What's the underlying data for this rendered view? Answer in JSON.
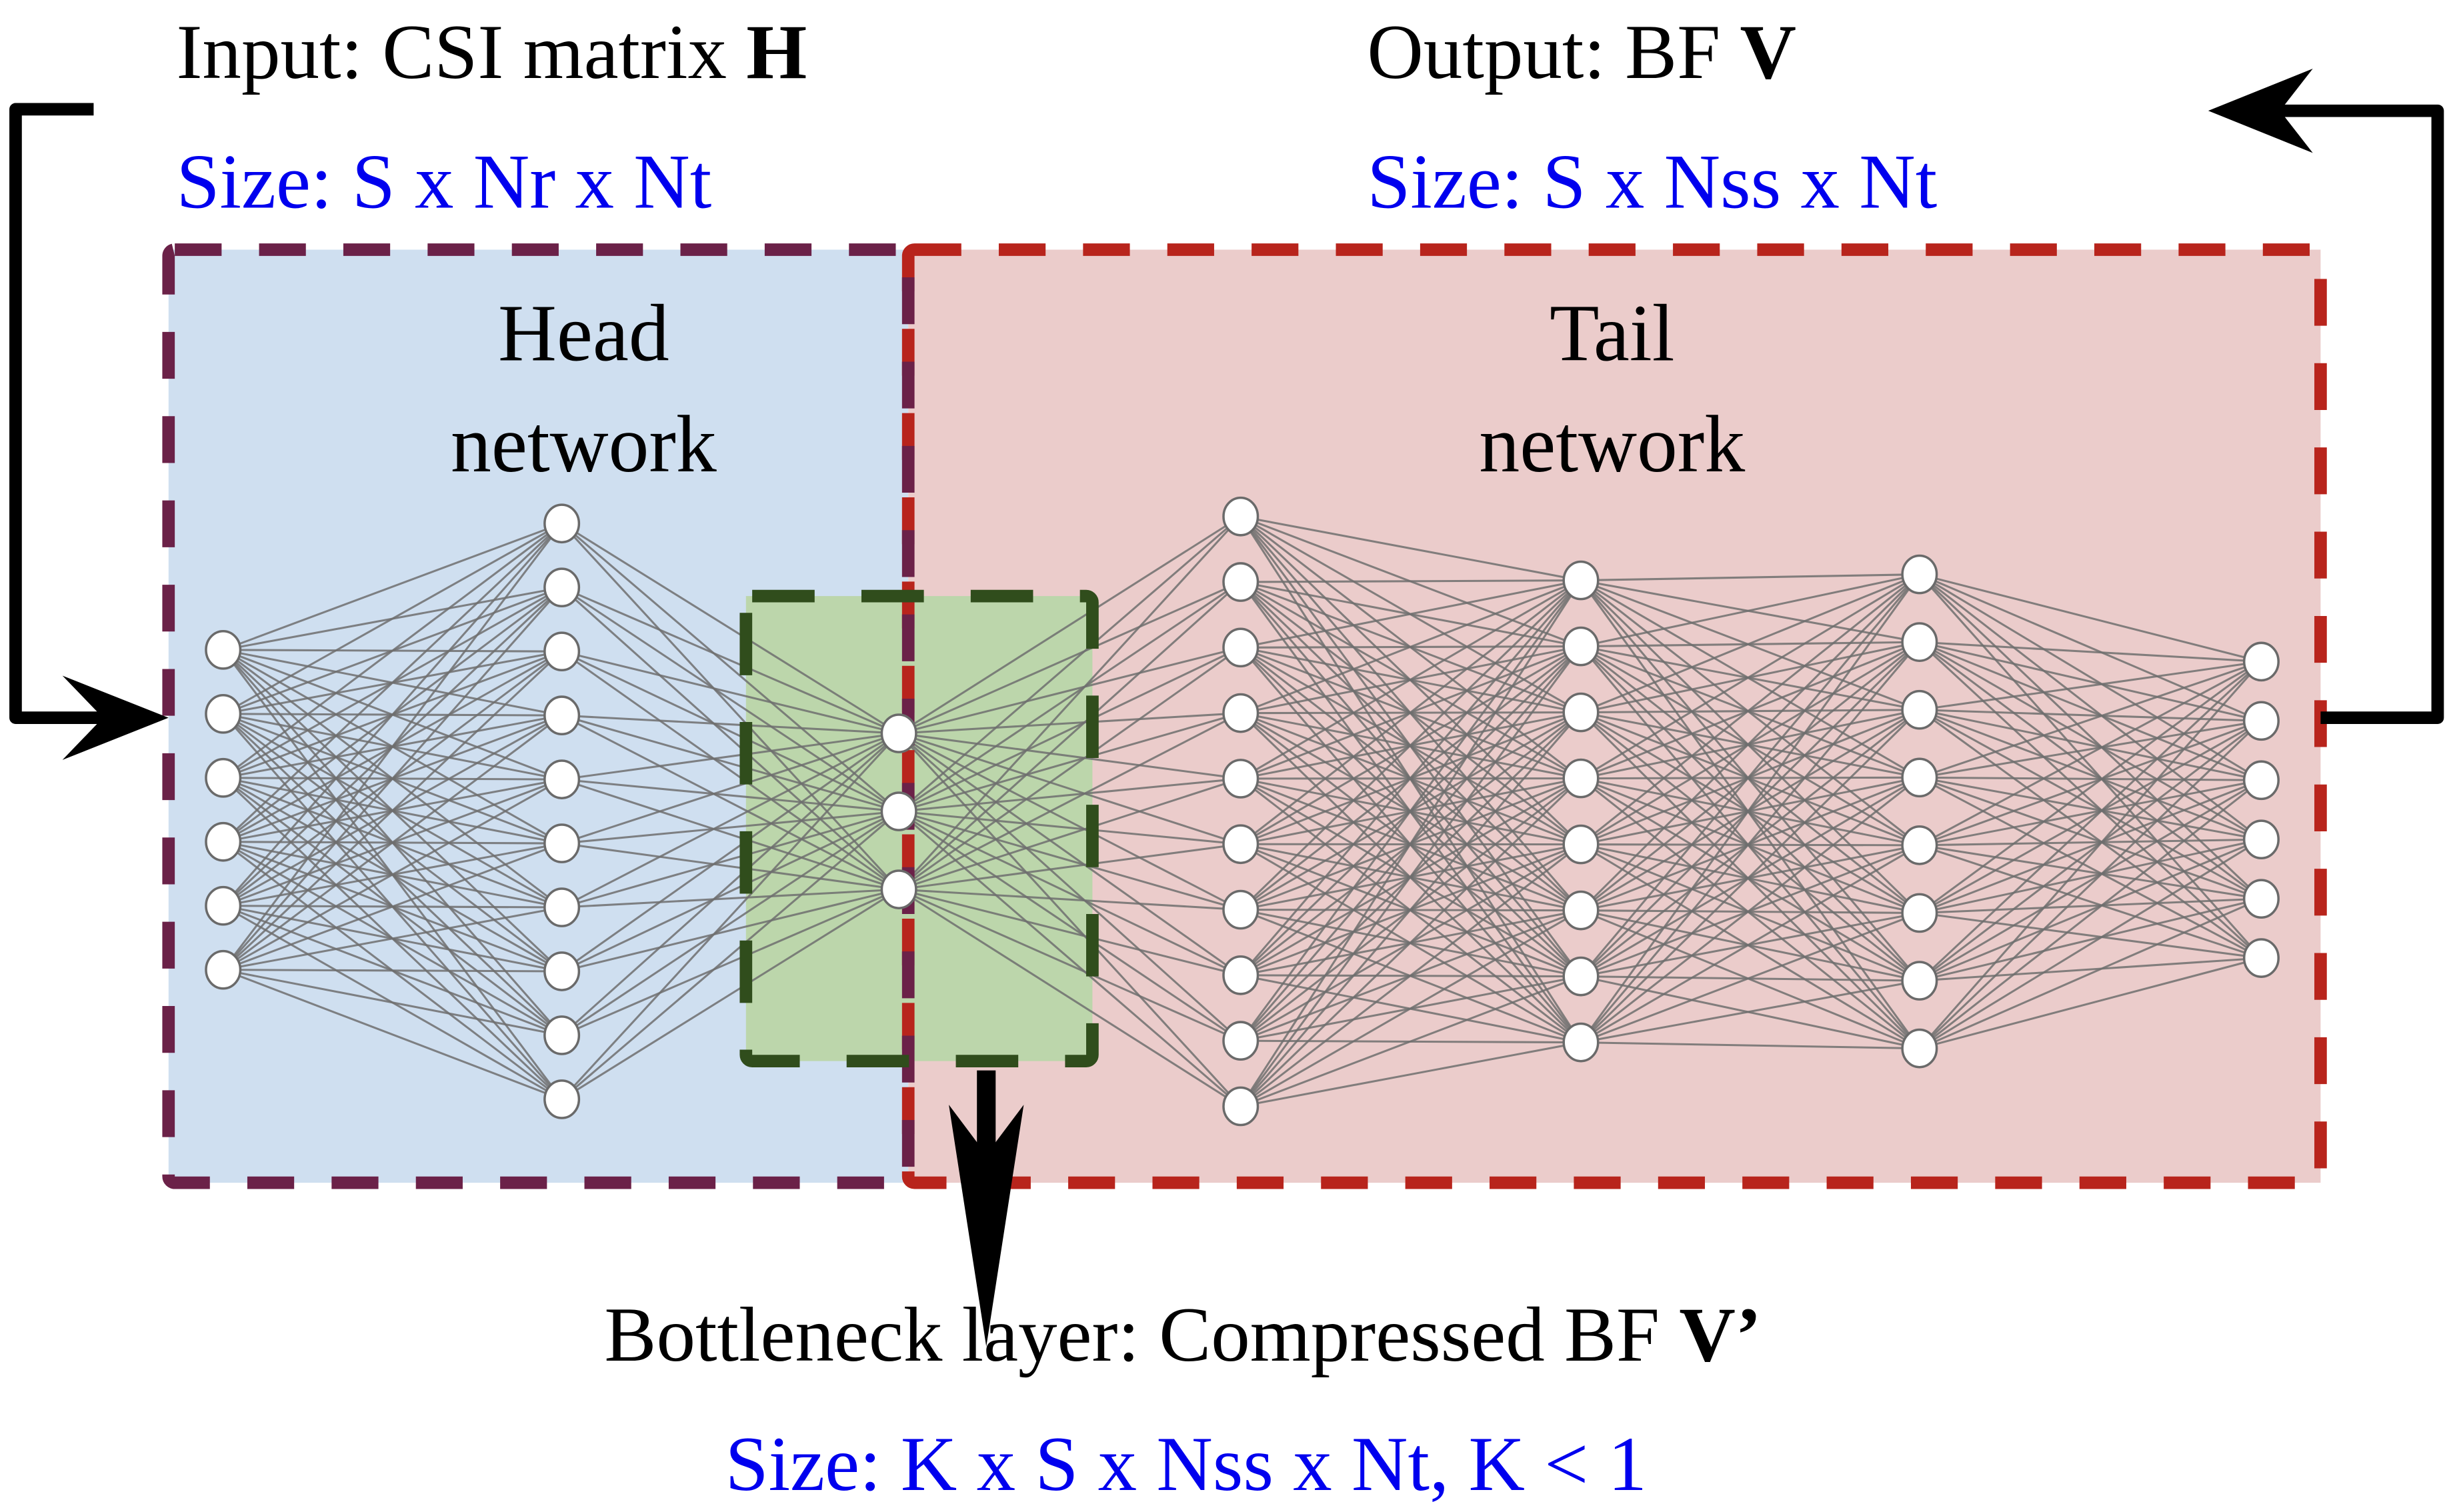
{
  "input": {
    "title_prefix": "Input: CSI matrix ",
    "title_symbol": "H",
    "size": "Size: S x Nr x Nt"
  },
  "output": {
    "title_prefix": "Output: BF ",
    "title_symbol": "V",
    "size": "Size: S x Nss x Nt"
  },
  "head": {
    "line1": "Head",
    "line2": "network",
    "layers": [
      6,
      10
    ]
  },
  "tail": {
    "line1": "Tail",
    "line2": "network",
    "layers": [
      10,
      8,
      8,
      6
    ]
  },
  "bottleneck": {
    "title_prefix": "Bottleneck layer: Compressed BF ",
    "title_symbol": "V’",
    "size": "Size: K x S x Nss x Nt, K < 1",
    "nodes": 3
  },
  "colors": {
    "head_fill": "#cfdff0",
    "head_border": "#6b2148",
    "tail_fill": "#ebcccb",
    "tail_border": "#b8241c",
    "bottleneck_fill": "#bcd6ab",
    "bottleneck_border": "#304d1c",
    "edge": "#6e6e6e",
    "blue_text": "#0000ee"
  }
}
